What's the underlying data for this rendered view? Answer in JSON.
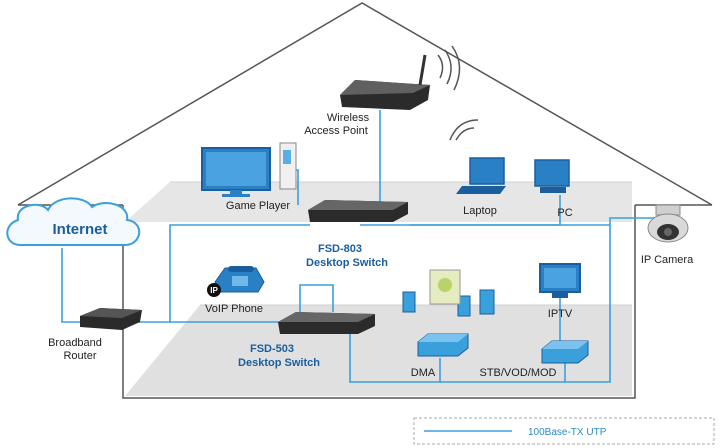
{
  "diagram": {
    "internet": "Internet",
    "broadband_router": [
      "Broadband",
      "Router"
    ],
    "wireless_ap": [
      "Wireless",
      "Access Point"
    ],
    "game_player": "Game Player",
    "laptop": "Laptop",
    "pc": "PC",
    "ip_camera": "IP Camera",
    "fsd803": [
      "FSD-803",
      "Desktop Switch"
    ],
    "fsd503": [
      "FSD-503",
      "Desktop Switch"
    ],
    "voip_phone": "VoIP Phone",
    "ip_badge": "IP",
    "dma": "DMA",
    "iptv": "IPTV",
    "stb": "STB/VOD/MOD",
    "legend": "100Base-TX UTP"
  },
  "colors": {
    "cable": "#3aa0dc",
    "switch_label": "#1a5e9e",
    "house_line": "#555555"
  }
}
